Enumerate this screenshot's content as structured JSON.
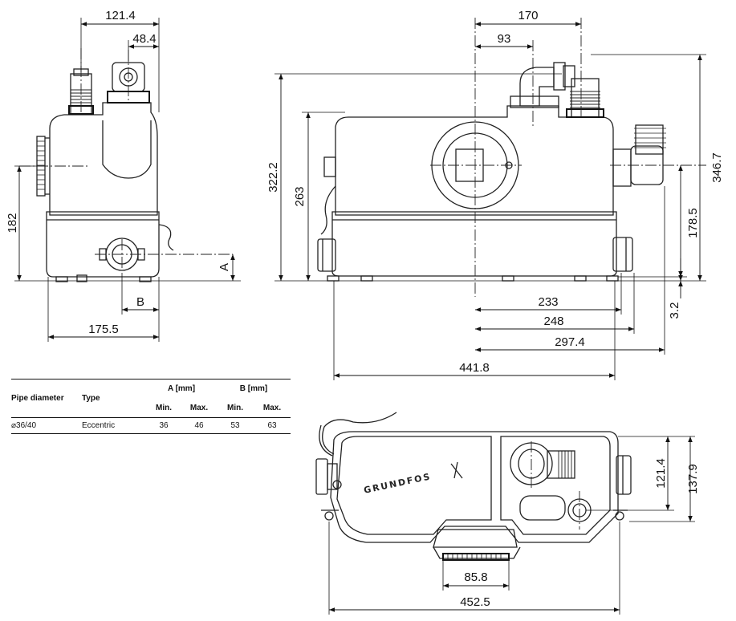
{
  "dimensions": {
    "side_width_top": "121.4",
    "side_outlet_offset": "48.4",
    "side_height": "182",
    "side_a": "A",
    "side_b": "B",
    "side_width_bottom": "175.5",
    "front_top_170": "170",
    "front_top_93": "93",
    "front_left_322": "322.2",
    "front_left_263": "263",
    "front_right_346": "346.7",
    "front_right_178": "178.5",
    "front_right_3_2": "3.2",
    "front_bottom_233": "233",
    "front_bottom_248": "248",
    "front_bottom_297": "297.4",
    "front_bottom_441": "441.8",
    "top_right_121": "121.4",
    "top_right_137": "137.9",
    "top_bottom_85": "85.8",
    "top_bottom_452": "452.5"
  },
  "brand_logo": "GRUNDFOS",
  "table": {
    "headers": {
      "pipe_diameter": "Pipe diameter",
      "type": "Type",
      "a": "A [mm]",
      "b": "B [mm]",
      "min_a": "Min.",
      "max_a": "Max.",
      "min_b": "Min.",
      "max_b": "Max."
    },
    "rows": [
      {
        "pipe_diameter": "⌀36/40",
        "type": "Eccentric",
        "a_min": "36",
        "a_max": "46",
        "b_min": "53",
        "b_max": "63"
      }
    ]
  }
}
